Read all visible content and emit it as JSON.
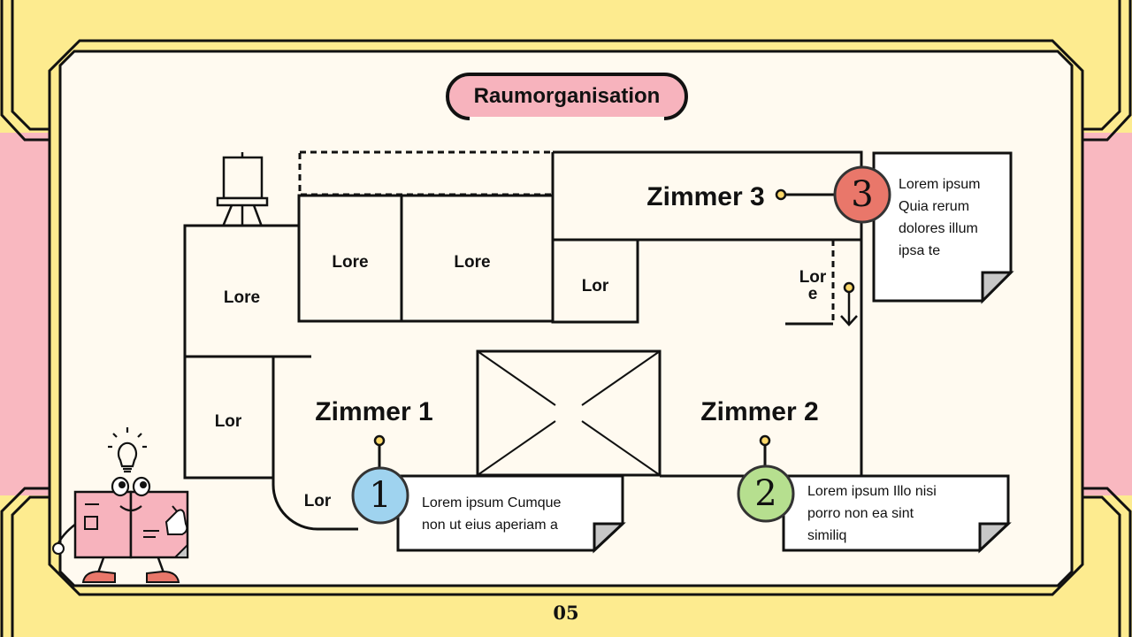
{
  "slide": {
    "title": "Raumorganisation",
    "page_number": "05"
  },
  "rooms": {
    "zimmer1": "Zimmer 1",
    "zimmer2": "Zimmer 2",
    "zimmer3": "Zimmer 3",
    "small": {
      "left_top": "Lore",
      "top_a": "Lore",
      "top_b": "Lore",
      "mid_lor": "Lor",
      "right_lor_top": "Lor",
      "right_lor_bottom": "e",
      "left_lor": "Lor",
      "arc_lor": "Lor"
    }
  },
  "notes": [
    {
      "number": "1",
      "text_line1": "Lorem ipsum Cumque",
      "text_line2": "non ut eius aperiam a",
      "color": "#9fd3ef"
    },
    {
      "number": "2",
      "text_line1": "Lorem ipsum Illo nisi",
      "text_line2": "porro non ea sint",
      "text_line3": "similiq",
      "color": "#b6df8f"
    },
    {
      "number": "3",
      "text_line1": "Lorem ipsum",
      "text_line2": "Quia rerum",
      "text_line3": "dolores illum",
      "text_line4": "ipsa te",
      "color": "#e9776a"
    }
  ],
  "colors": {
    "background_yellow": "#fdeb8f",
    "side_pink": "#f9b8c0",
    "panel_cream": "#fffaf0",
    "title_pink": "#f7b3bd",
    "ink": "#111111"
  }
}
